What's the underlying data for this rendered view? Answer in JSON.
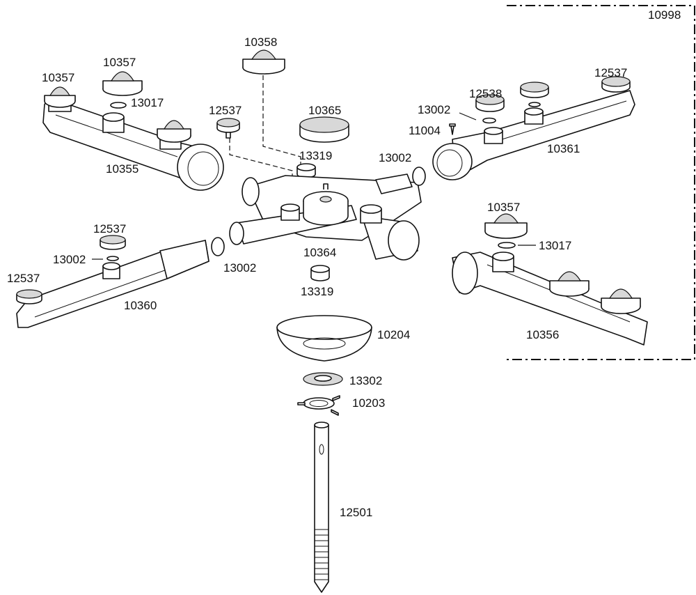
{
  "labels": {
    "l10998": "10998",
    "l10358": "10358",
    "l10357a": "10357",
    "l10357b": "10357",
    "l10357c": "10357",
    "l13017a": "13017",
    "l13017b": "13017",
    "l10365": "10365",
    "l12537a": "12537",
    "l12537b": "12537",
    "l12537c": "12537",
    "l12537d": "12537",
    "l12538": "12538",
    "l13002a": "13002",
    "l13002b": "13002",
    "l13002c": "13002",
    "l13002d": "13002",
    "l11004": "11004",
    "l13319a": "13319",
    "l13319b": "13319",
    "l10355": "10355",
    "l10361": "10361",
    "l10364": "10364",
    "l10360": "10360",
    "l10356": "10356",
    "l10204": "10204",
    "l13302": "13302",
    "l10203": "10203",
    "l12501": "12501"
  }
}
